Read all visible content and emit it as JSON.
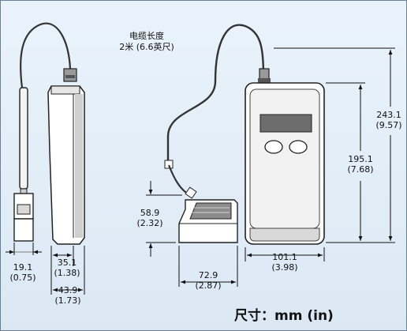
{
  "cable_label": {
    "line1": "电缆长度",
    "line2": "2米 (6.6英尺)"
  },
  "dimensions": {
    "probe_width": {
      "mm": "19.1",
      "in": "(0.75)"
    },
    "side_depth": {
      "mm": "35.1",
      "in": "(1.38)"
    },
    "side_total": {
      "mm": "43.9",
      "in": "(1.73)"
    },
    "plug_height": {
      "mm": "58.9",
      "in": "(2.32)"
    },
    "plug_width": {
      "mm": "72.9",
      "in": "(2.87)"
    },
    "front_width": {
      "mm": "101.1",
      "in": "(3.98)"
    },
    "body_height": {
      "mm": "195.1",
      "in": "(7.68)"
    },
    "total_height": {
      "mm": "243.1",
      "in": "(9.57)"
    }
  },
  "units_caption": "尺寸：mm (in)",
  "colors": {
    "background": "#dbe8f4",
    "outline": "#222222",
    "display": "#6d6d6d"
  }
}
